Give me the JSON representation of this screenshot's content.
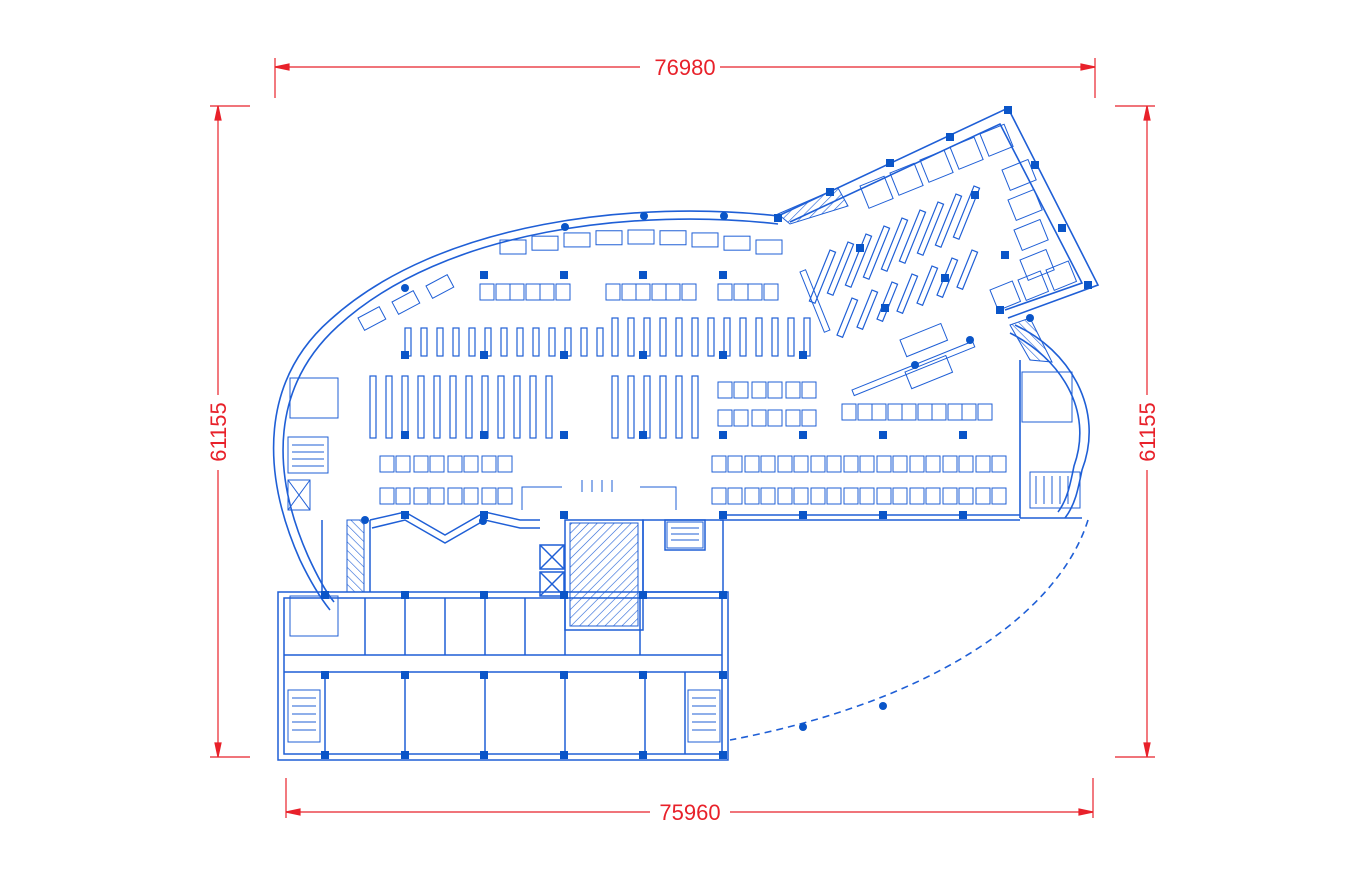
{
  "dimensions": {
    "top": "76980",
    "bottom": "75960",
    "left": "61155",
    "right": "61155"
  },
  "colors": {
    "dimension": "#e8212a",
    "plan": "#1f5fd6",
    "column": "#0a55c8",
    "background": "#ffffff"
  }
}
